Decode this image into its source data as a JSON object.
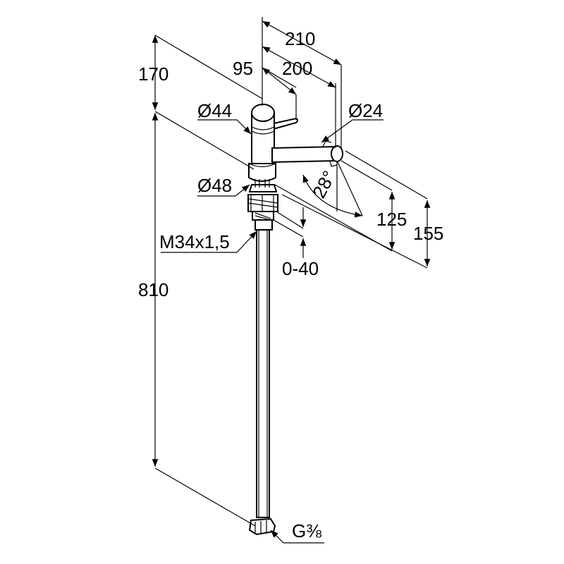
{
  "drawing": {
    "dimensions": {
      "width_210": "210",
      "width_95": "95",
      "width_200": "200",
      "height_170": "170",
      "dia_44": "Ø44",
      "dia_24": "Ø24",
      "dia_48": "Ø48",
      "angle_28": "28°",
      "height_125": "125",
      "height_155": "155",
      "thread_m34": "M34x1,5",
      "range_0_40": "0-40",
      "length_810": "810",
      "connection_g38": "G⅜"
    }
  }
}
